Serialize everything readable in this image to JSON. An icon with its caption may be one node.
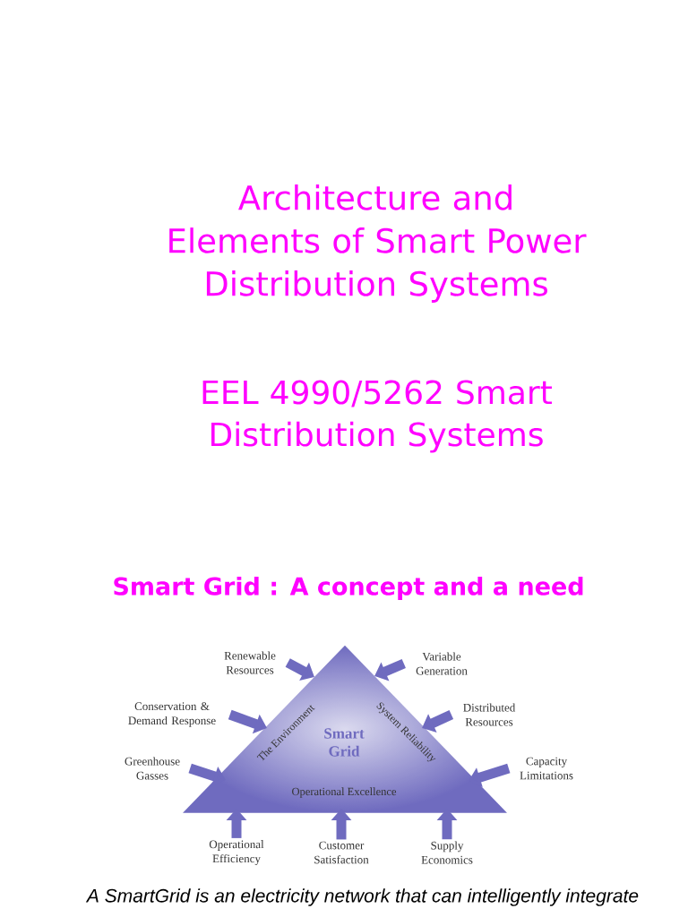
{
  "diagram": {
    "title": "Architecture and Elements of Smart Power Distribution Systems",
    "nodes": [
      {
        "text": [
          "Smart Grid",
          "The Environment",
          "System Reliability",
          "Operational Excellence"
        ]
      },
      {
        "text": [
          "Renewable Resources"
        ]
      },
      {
        "text": [
          "Variable Generation"
        ]
      },
      {
        "text": [
          "Conservation & Demand Response"
        ]
      },
      {
        "text": [
          "Distributed Resources"
        ]
      },
      {
        "text": [
          "Greenhouse Gasses"
        ]
      },
      {
        "text": [
          "Capacity Limitations"
        ]
      },
      {
        "text": [
          "Operational Efficiency"
        ]
      },
      {
        "text": [
          "Customer Satisfaction"
        ]
      },
      {
        "text": [
          "Supply Economics"
        ]
      }
    ],
    "edges": [
      {
        "from": 1,
        "to": 0,
        "arrow": "to"
      },
      {
        "from": 2,
        "to": 0,
        "arrow": "to"
      },
      {
        "from": 3,
        "to": 0,
        "arrow": "to"
      },
      {
        "from": 4,
        "to": 0,
        "arrow": "to"
      },
      {
        "from": 5,
        "to": 0,
        "arrow": "to"
      },
      {
        "from": 6,
        "to": 0,
        "arrow": "to"
      },
      {
        "from": 7,
        "to": 0,
        "arrow": "to"
      },
      {
        "from": 8,
        "to": 0,
        "arrow": "to"
      },
      {
        "from": 9,
        "to": 0,
        "arrow": "to"
      }
    ],
    "labels": [
      "EEL 4990/5262 Smart Distribution Systems",
      "Smart Grid : A concept and a need",
      "A SmartGrid is an electricity network that can intelligently integrate"
    ]
  }
}
